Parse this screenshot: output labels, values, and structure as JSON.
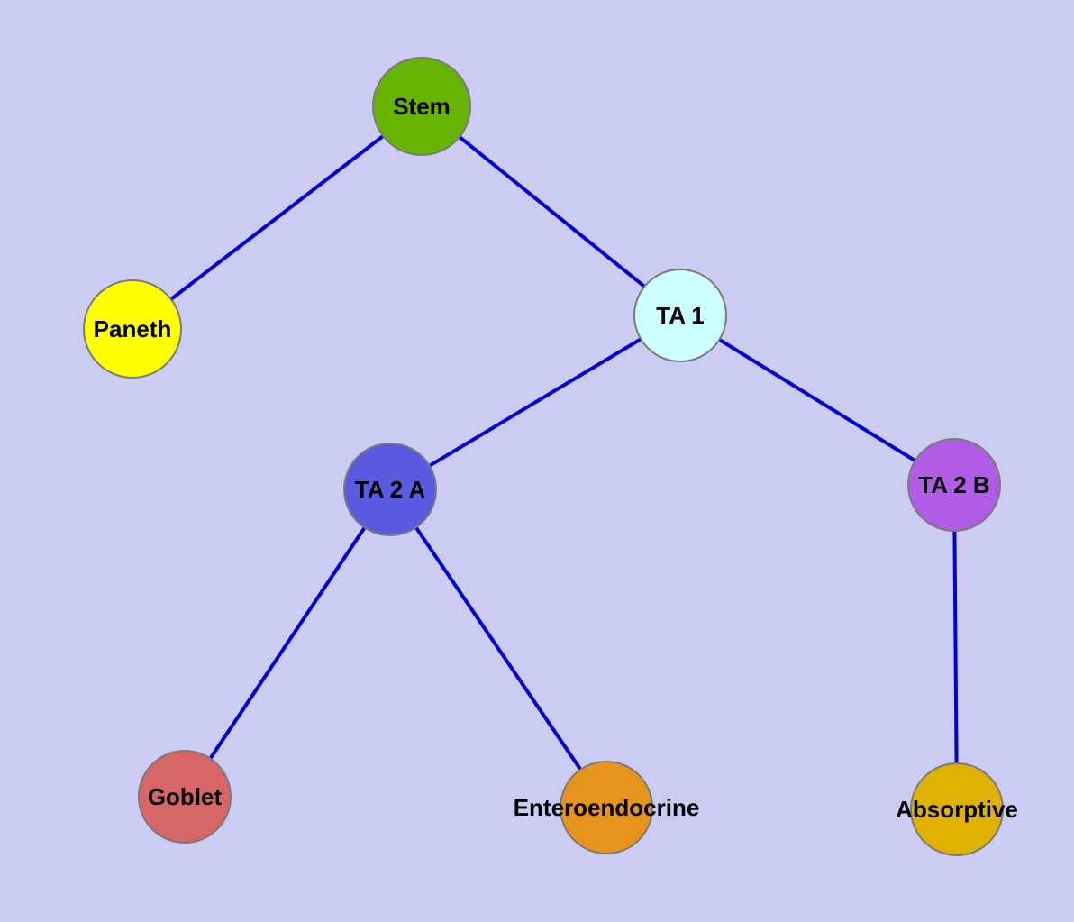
{
  "diagram": {
    "background_color": "#ccccf2",
    "edge_color": "#0000dd",
    "node_border_color": "#7a7a7a",
    "nodes": {
      "stem": {
        "label": "Stem",
        "color": "#66b300"
      },
      "paneth": {
        "label": "Paneth",
        "color": "#ffff00"
      },
      "ta1": {
        "label": "TA 1",
        "color": "#ccffff"
      },
      "ta2a": {
        "label": "TA 2 A",
        "color": "#5a5ae0"
      },
      "ta2b": {
        "label": "TA 2 B",
        "color": "#b05ce6"
      },
      "goblet": {
        "label": "Goblet",
        "color": "#d96666"
      },
      "enteroendocrine": {
        "label": "Enteroendocrine",
        "color": "#e6941c"
      },
      "absorptive": {
        "label": "Absorptive",
        "color": "#e0b200"
      }
    },
    "edges": [
      {
        "from": "Stem",
        "to": "Paneth"
      },
      {
        "from": "Stem",
        "to": "TA 1"
      },
      {
        "from": "TA 1",
        "to": "TA 2 A"
      },
      {
        "from": "TA 1",
        "to": "TA 2 B"
      },
      {
        "from": "TA 2 A",
        "to": "Goblet"
      },
      {
        "from": "TA 2 A",
        "to": "Enteroendocrine"
      },
      {
        "from": "TA 2 B",
        "to": "Absorptive"
      }
    ]
  }
}
